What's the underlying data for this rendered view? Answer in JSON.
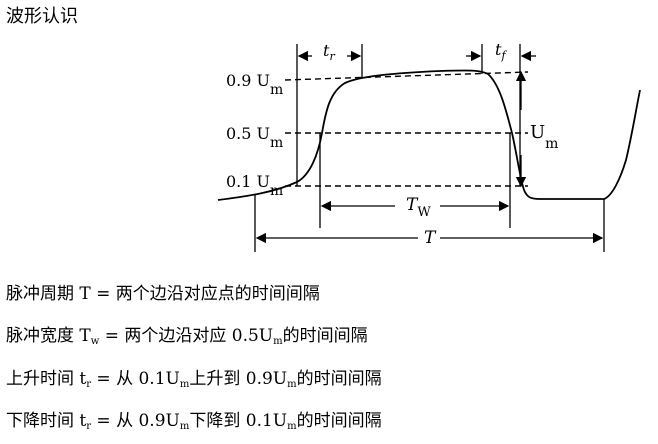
{
  "heading": "波形认识",
  "figure": {
    "labels": {
      "u09": "0.9 U",
      "u05": "0.5 U",
      "u01": "0.1 U",
      "sub_m": "m",
      "tr": "t",
      "tr_sub": "r",
      "tf": "t",
      "tf_sub": "f",
      "um": "U",
      "um_sub": "m",
      "tw": "T",
      "tw_sub": "W",
      "t": "T"
    }
  },
  "definitions": [
    {
      "pre": "脉冲周期 T",
      "sub": "",
      "post": " = 两个边沿对应点的时间间隔"
    },
    {
      "pre": "脉冲宽度 T",
      "sub": "w",
      "post": " = 两个边沿对应 0.5U",
      "sub2": "m",
      "post2": "的时间间隔"
    },
    {
      "pre": "上升时间 t",
      "sub": "r",
      "post": " = 从 0.1U",
      "sub2": "m",
      "post2": "上升到 0.9U",
      "sub3": "m",
      "post3": "的时间间隔"
    },
    {
      "pre": "下降时间 t",
      "sub": "r",
      "post": " = 从 0.9U",
      "sub2": "m",
      "post2": "下降到 0.1U",
      "sub3": "m",
      "post3": "的时间间隔"
    }
  ]
}
